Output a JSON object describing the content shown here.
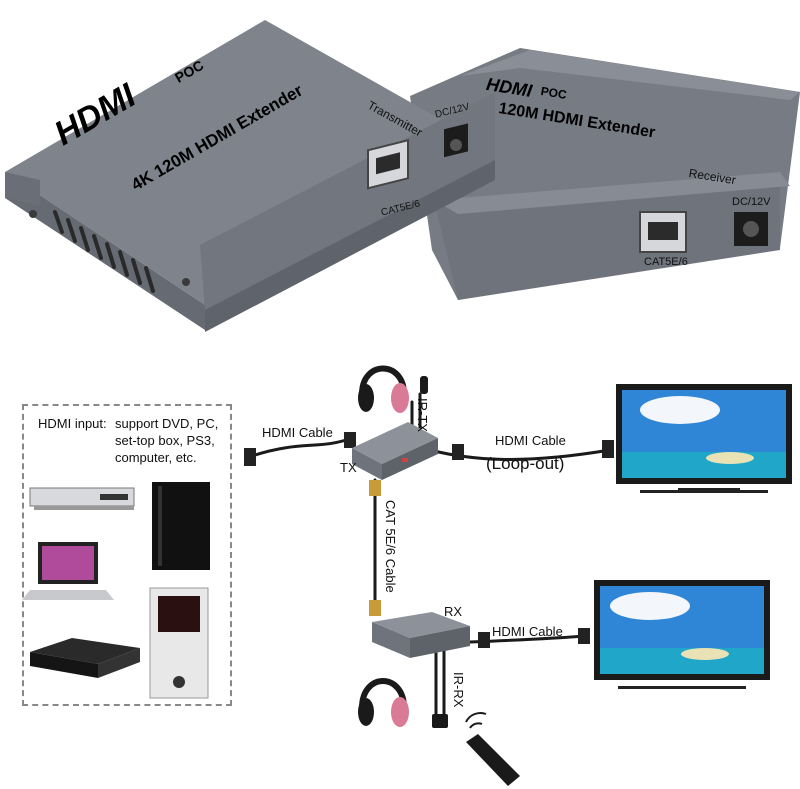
{
  "product": {
    "brand": "HDMI",
    "poc": "POC",
    "model": "4K 120M HDMI Extender",
    "receiver_model": "120M HDMI Extender",
    "tx_unit": "Transmitter",
    "rx_unit": "Receiver",
    "port_cat": "CAT5E/6",
    "port_dc": "DC/12V"
  },
  "diagram": {
    "source_title": "HDMI input:",
    "source_desc_1": "support DVD, PC,",
    "source_desc_2": "set-top box, PS3,",
    "source_desc_3": "computer, etc.",
    "hdmi_cable_in": "HDMI Cable",
    "hdmi_cable_loop": "HDMI Cable",
    "loop_out": "Loop-out",
    "hdmi_cable_out": "HDMI Cable",
    "tx_label": "TX",
    "rx_label": "RX",
    "ir_tx": "IR-TX",
    "ir_rx": "IR-RX",
    "cat_cable": "CAT 5E/6 Cable"
  },
  "colors": {
    "device_grey": "#7d8189",
    "device_dark": "#5d6068",
    "cable": "#1a1a1a",
    "sky": "#2f86d6",
    "sea": "#1fa6c9"
  }
}
